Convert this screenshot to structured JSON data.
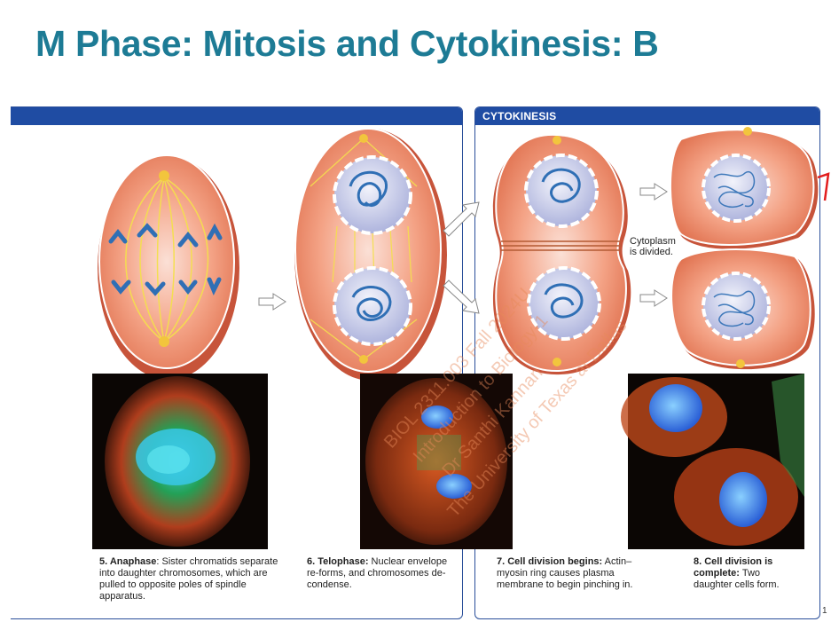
{
  "slide": {
    "title": "M Phase: Mitosis and Cytokinesis: B",
    "section_label": "CYTOKINESIS",
    "cytoplasm_note_line1": "Cytoplasm",
    "cytoplasm_note_line2": "is divided."
  },
  "captions": [
    {
      "bold": "5. Anaphase",
      "text": ": Sister chromatids separate into daughter chromosomes, which are pulled to opposite poles of spindle apparatus."
    },
    {
      "bold": "6. Telophase:",
      "text": " Nuclear envelope re-forms, and chromosomes de-condense."
    },
    {
      "bold": "7. Cell division begins:",
      "text": " Actin–myosin ring causes plasma membrane to begin pinching in."
    },
    {
      "bold": "8. Cell division is complete:",
      "text": " Two daughter cells form."
    }
  ],
  "colors": {
    "title": "#1d7b95",
    "bar": "#1f4ca3",
    "cell_fill": "#f0957a",
    "nucleus": "#c7cbe8",
    "chromosome": "#2f6fb5",
    "spindle": "#f4e04d",
    "watermark": "#e88a5a"
  },
  "watermark_lines": [
    "BIOL 2311.003 Fall 2024U",
    "Introduction to Biology-1",
    "Dr Santhi Kannan",
    "The University of Texas at Dallas"
  ],
  "page_marker": "1"
}
